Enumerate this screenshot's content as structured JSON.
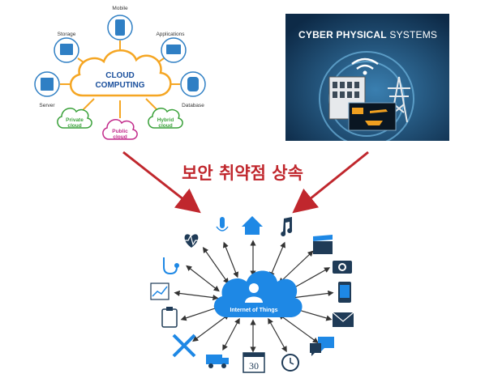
{
  "cloud": {
    "title_line1": "CLOUD",
    "title_line2": "COMPUTING",
    "nodes": {
      "mobile": "Mobile",
      "storage": "Storage",
      "applications": "Applications",
      "server": "Server",
      "database": "Database",
      "private_line1": "Private",
      "private_line2": "cloud",
      "public_line1": "Public",
      "public_line2": "cloud",
      "hybrid_line1": "Hybrid",
      "hybrid_line2": "cloud"
    }
  },
  "cps": {
    "title_bold": "CYBER PHYSICAL",
    "title_light": " SYSTEMS"
  },
  "headline": "보안 취약점 상속",
  "iot": {
    "center_label": "Internet of Things",
    "calendar_day": "30"
  },
  "colors": {
    "arrow_red": "#c0272d",
    "cloud_blue": "#1e88e5",
    "icon_navy": "#1f3b57",
    "cloud_orange": "#f5a623",
    "cps_bg": "#0d2a47"
  }
}
